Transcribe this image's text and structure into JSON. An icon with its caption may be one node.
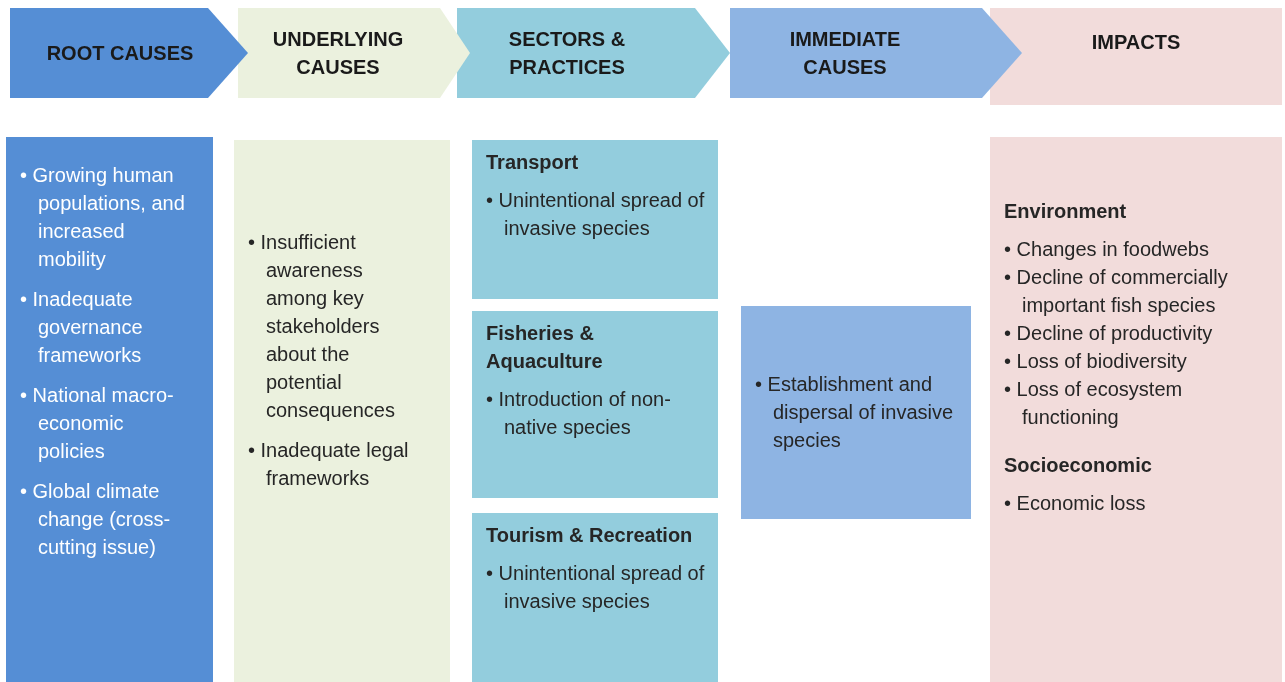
{
  "diagram": {
    "nodes": [
      {
        "text": [
          "ROOT CAUSES"
        ]
      },
      {
        "text": [
          "UNDERLYING CAUSES"
        ]
      },
      {
        "text": [
          "SECTORS & PRACTICES"
        ]
      },
      {
        "text": [
          "IMMEDIATE CAUSES"
        ]
      },
      {
        "text": [
          "IMPACTS"
        ]
      },
      {
        "text": [
          "• Growing human populations, and increased mobility",
          "• Inadequate governance frameworks",
          "• National macro-economic policies",
          "• Global climate change (cross-cutting issue)"
        ]
      },
      {
        "text": [
          "• Insufficient awareness among key stakeholders about the potential consequences",
          "• Inadequate legal frameworks"
        ]
      },
      {
        "text": [
          "Transport",
          "• Unintentional spread of invasive species"
        ]
      },
      {
        "text": [
          "Fisheries & Aquaculture",
          "• Introduction of non-native species"
        ]
      },
      {
        "text": [
          "Tourism & Recreation",
          "• Unintentional spread of invasive species"
        ]
      },
      {
        "text": [
          "• Establishment and dispersal of invasive species"
        ]
      },
      {
        "text": [
          "Environment",
          "• Changes in foodwebs",
          "• Decline of commercially important fish species",
          "• Decline of productivity",
          "• Loss of biodiversity",
          "• Loss of ecosystem functioning",
          "Socioeconomic",
          "• Economic loss"
        ]
      }
    ]
  }
}
